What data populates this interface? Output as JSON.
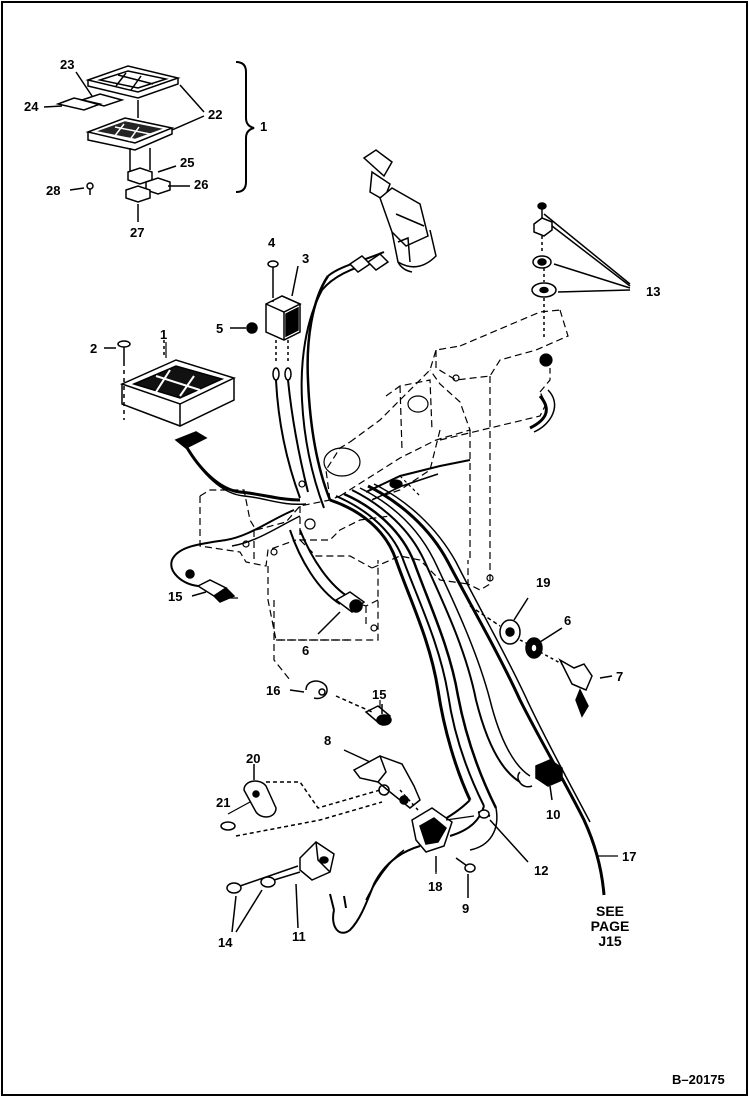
{
  "diagram": {
    "callouts": [
      {
        "id": "c1a",
        "text": "1"
      },
      {
        "id": "c1b",
        "text": "1"
      },
      {
        "id": "c2",
        "text": "2"
      },
      {
        "id": "c3",
        "text": "3"
      },
      {
        "id": "c4",
        "text": "4"
      },
      {
        "id": "c5",
        "text": "5"
      },
      {
        "id": "c6a",
        "text": "6"
      },
      {
        "id": "c6b",
        "text": "6"
      },
      {
        "id": "c7",
        "text": "7"
      },
      {
        "id": "c8",
        "text": "8"
      },
      {
        "id": "c9",
        "text": "9"
      },
      {
        "id": "c10",
        "text": "10"
      },
      {
        "id": "c11",
        "text": "11"
      },
      {
        "id": "c12",
        "text": "12"
      },
      {
        "id": "c13",
        "text": "13"
      },
      {
        "id": "c14",
        "text": "14"
      },
      {
        "id": "c15a",
        "text": "15"
      },
      {
        "id": "c15b",
        "text": "15"
      },
      {
        "id": "c16",
        "text": "16"
      },
      {
        "id": "c17",
        "text": "17"
      },
      {
        "id": "c18",
        "text": "18"
      },
      {
        "id": "c19",
        "text": "19"
      },
      {
        "id": "c20",
        "text": "20"
      },
      {
        "id": "c21",
        "text": "21"
      },
      {
        "id": "c22",
        "text": "22"
      },
      {
        "id": "c23",
        "text": "23"
      },
      {
        "id": "c24",
        "text": "24"
      },
      {
        "id": "c25",
        "text": "25"
      },
      {
        "id": "c26",
        "text": "26"
      },
      {
        "id": "c27",
        "text": "27"
      },
      {
        "id": "c28",
        "text": "28"
      }
    ],
    "see_page_note": "SEE\nPAGE\nJ15",
    "figure_number": "B–20175"
  }
}
